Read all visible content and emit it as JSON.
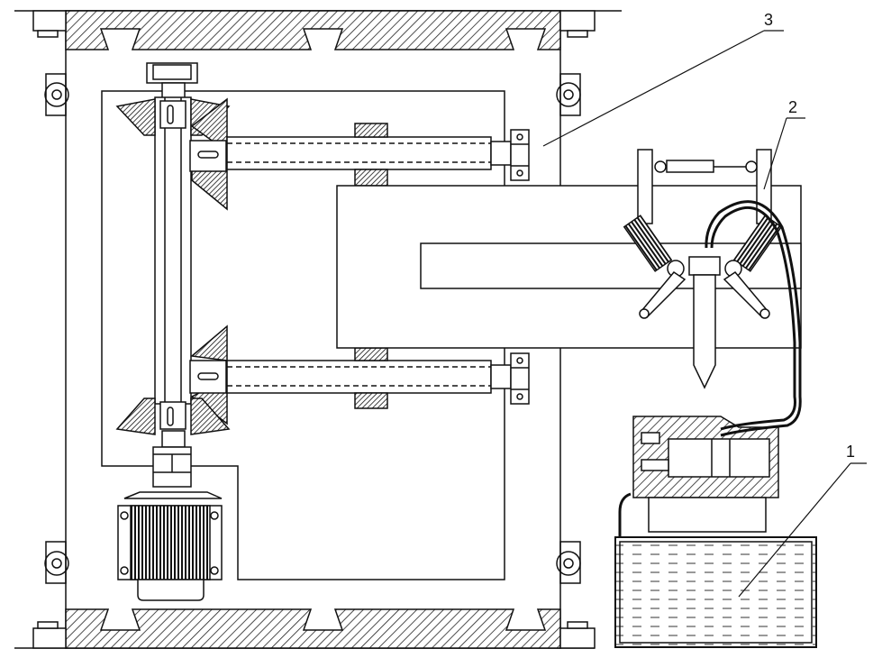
{
  "figure": {
    "callouts": [
      {
        "id": "1",
        "label": "1"
      },
      {
        "id": "2",
        "label": "2"
      },
      {
        "id": "3",
        "label": "3"
      }
    ],
    "colors": {
      "line": "#111111",
      "hatch": "#222222",
      "background": "#ffffff"
    }
  }
}
